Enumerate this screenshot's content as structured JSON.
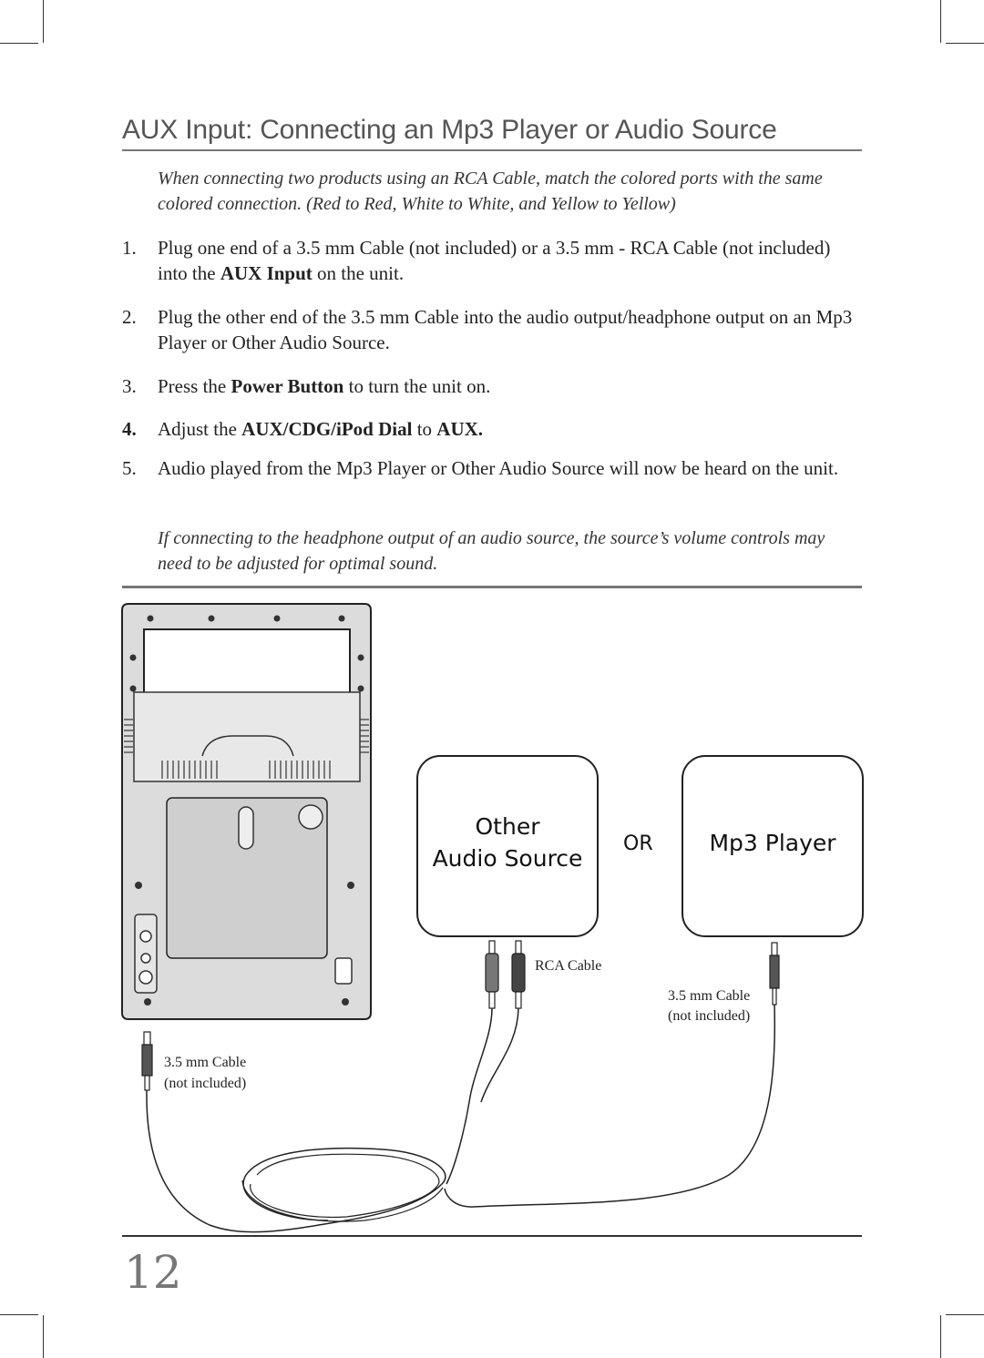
{
  "title": "AUX Input: Connecting an Mp3 Player or Audio Source",
  "intro_note": "When connecting two products using an RCA Cable, match the colored ports with the same colored connection. (Red to Red, White to White, and Yellow to Yellow)",
  "steps": [
    {
      "num": "1.",
      "pre": "Plug one end of a 3.5 mm Cable (not included) or a 3.5 mm - RCA Cable (not included) into the ",
      "bold": "AUX Input",
      "post": " on the unit."
    },
    {
      "num": "2.",
      "text": "Plug the other end of the 3.5 mm Cable into the audio output/headphone output on an Mp3 Player or Other Audio Source."
    },
    {
      "num": "3.",
      "pre": "Press the ",
      "bold": "Power Button",
      "post": " to turn the unit on."
    },
    {
      "num": "4.",
      "pre": "Adjust the ",
      "bold": "AUX/CDG/iPod Dial",
      "mid": " to ",
      "bold2": "AUX."
    },
    {
      "num": "5.",
      "text": "Audio played from the Mp3 Player or Other Audio Source will now be heard on the unit."
    }
  ],
  "end_note": "If connecting to the headphone output of an audio source, the source’s volume controls may need to be adjusted for optimal sound.",
  "diagram": {
    "box_other_line1": "Other",
    "box_other_line2": "Audio Source",
    "or_label": "OR",
    "box_mp3": "Mp3 Player",
    "rca_label": "RCA Cable",
    "cable_right_line1": "3.5 mm Cable",
    "cable_right_line2": "(not included)",
    "cable_left_line1": "3.5 mm Cable",
    "cable_left_line2": "(not included)"
  },
  "page_number": "12"
}
